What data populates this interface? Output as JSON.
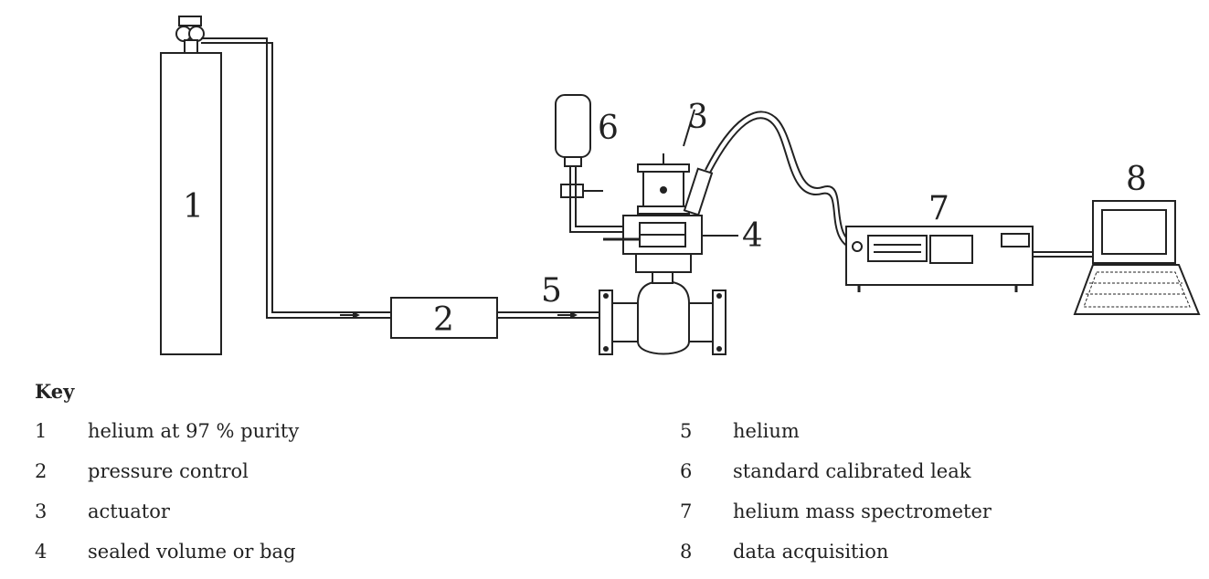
{
  "labels": {
    "n1": "1",
    "n2": "2",
    "n3": "3",
    "n4": "4",
    "n5": "5",
    "n6": "6",
    "n7": "7",
    "n8": "8"
  },
  "key": {
    "title": "Key",
    "items": [
      {
        "num": "1",
        "desc": "helium at 97 % purity"
      },
      {
        "num": "2",
        "desc": "pressure control"
      },
      {
        "num": "3",
        "desc": "actuator"
      },
      {
        "num": "4",
        "desc": "sealed volume or bag"
      },
      {
        "num": "5",
        "desc": "helium"
      },
      {
        "num": "6",
        "desc": "standard calibrated leak"
      },
      {
        "num": "7",
        "desc": "helium mass spectrometer"
      },
      {
        "num": "8",
        "desc": "data acquisition"
      }
    ]
  }
}
